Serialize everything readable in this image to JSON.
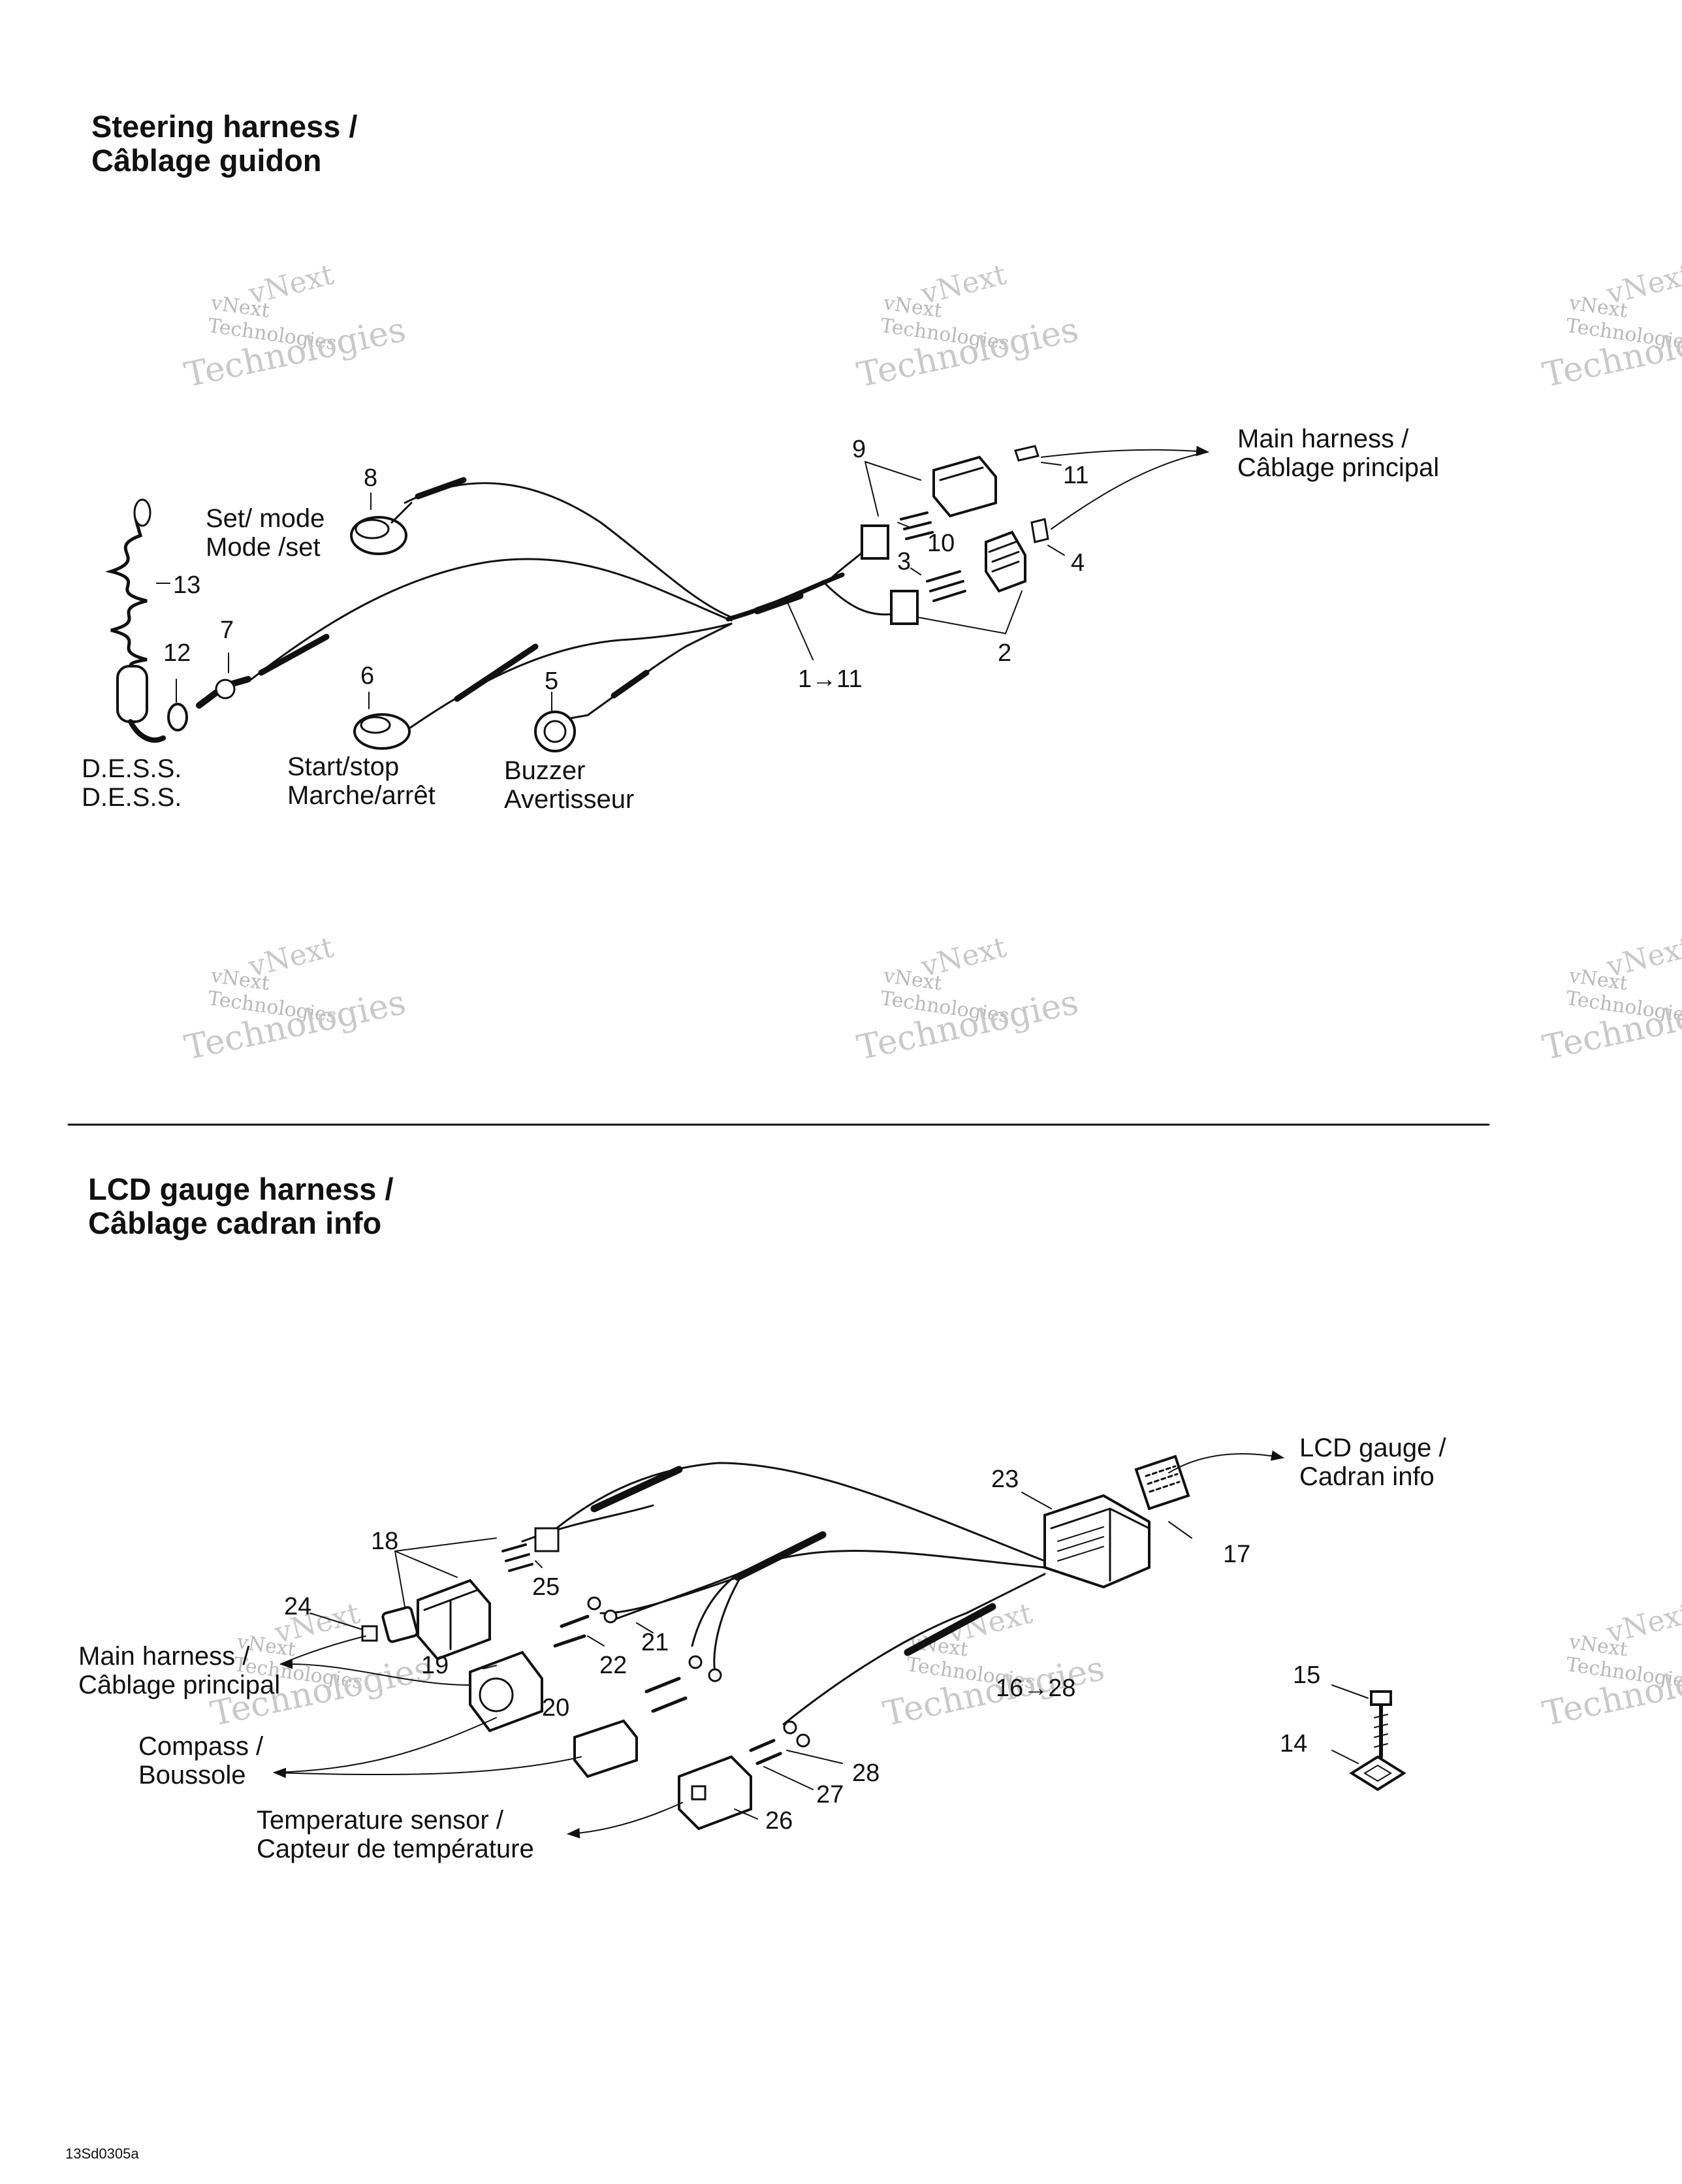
{
  "sections": {
    "steering": {
      "title_line1": "Steering harness /",
      "title_line2": "Câblage guidon"
    },
    "lcd": {
      "title_line1": "LCD gauge harness /",
      "title_line2": "Câblage cadran info"
    }
  },
  "labels": {
    "main_harness_top": {
      "line1": "Main harness   /",
      "line2": "Câblage principal"
    },
    "set_mode": {
      "line1": "Set/ mode",
      "line2": "Mode /set"
    },
    "dess": {
      "line1": "D.E.S.S.",
      "line2": "D.E.S.S."
    },
    "start_stop": {
      "line1": "Start/stop",
      "line2": "Marche/arrêt"
    },
    "buzzer": {
      "line1": "Buzzer",
      "line2": "Avertisseur"
    },
    "lcd_gauge": {
      "line1": "LCD gauge /",
      "line2": "Cadran info"
    },
    "main_harness_bottom": {
      "line1": "Main harness /",
      "line2": "Câblage principal"
    },
    "compass": {
      "line1": "Compass /",
      "line2": "Boussole"
    },
    "temp_sensor": {
      "line1": "Temperature sensor /",
      "line2": "Capteur de température"
    }
  },
  "part_numbers": {
    "n8": "8",
    "n9": "9",
    "n11": "11",
    "n10": "10",
    "n3": "3",
    "n4": "4",
    "n13": "13",
    "n12": "12",
    "n7": "7",
    "n6": "6",
    "n5": "5",
    "n2": "2",
    "range_top": "1→11",
    "n23": "23",
    "n17": "17",
    "n18": "18",
    "n25": "25",
    "n24": "24",
    "n21": "21",
    "n19": "19",
    "n22": "22",
    "n20": "20",
    "range_bottom": "16→28",
    "n15": "15",
    "n14": "14",
    "n28": "28",
    "n27": "27",
    "n26": "26"
  },
  "watermark": {
    "line1": "vNext",
    "line2": "vNext Technologies",
    "line3": "Technologies"
  },
  "footer_code": "13Sd0305a"
}
